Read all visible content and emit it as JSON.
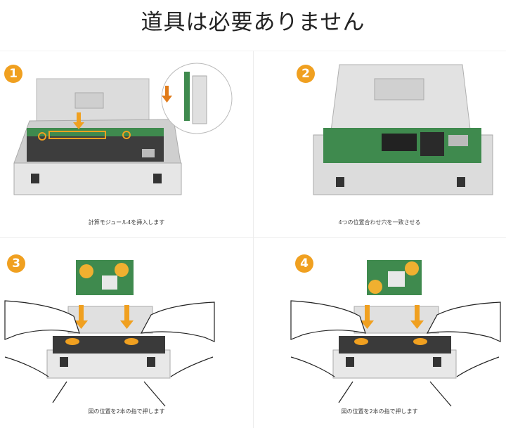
{
  "page": {
    "title": "道具は必要ありません"
  },
  "steps": [
    {
      "number": "1",
      "caption": "計算モジュール4を挿入します"
    },
    {
      "number": "2",
      "caption": "4つの位置合わせ穴を一致させる"
    },
    {
      "number": "3",
      "caption": "図の位置を2本の指で押します"
    },
    {
      "number": "4",
      "caption": "図の位置を2本の指で押します"
    }
  ],
  "colors": {
    "accent": "#f0a020",
    "pcb": "#3f8a4e",
    "case": "#d9d9d9"
  }
}
